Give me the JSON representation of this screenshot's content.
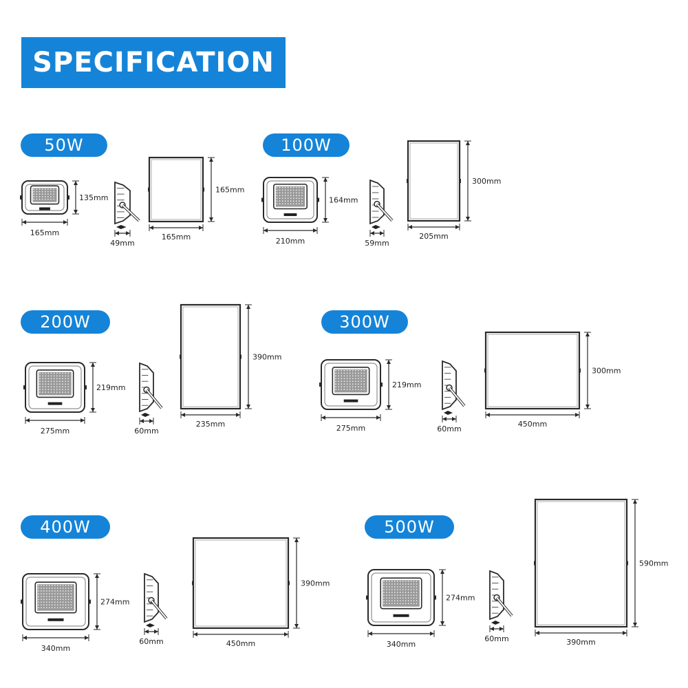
{
  "header": {
    "title": "SPECIFICATION"
  },
  "colors": {
    "accent": "#1584d8",
    "line": "#2a2a2a"
  },
  "products": [
    {
      "watt": "50W",
      "front_width": "165mm",
      "front_height": "135mm",
      "side_depth": "49mm",
      "back_width": "165mm",
      "back_height": "165mm"
    },
    {
      "watt": "100W",
      "front_width": "210mm",
      "front_height": "164mm",
      "side_depth": "59mm",
      "back_width": "205mm",
      "back_height": "300mm"
    },
    {
      "watt": "200W",
      "front_width": "275mm",
      "front_height": "219mm",
      "side_depth": "60mm",
      "back_width": "235mm",
      "back_height": "390mm"
    },
    {
      "watt": "300W",
      "front_width": "275mm",
      "front_height": "219mm",
      "side_depth": "60mm",
      "back_width": "450mm",
      "back_height": "300mm"
    },
    {
      "watt": "400W",
      "front_width": "340mm",
      "front_height": "274mm",
      "side_depth": "60mm",
      "back_width": "450mm",
      "back_height": "390mm"
    },
    {
      "watt": "500W",
      "front_width": "340mm",
      "front_height": "274mm",
      "side_depth": "60mm",
      "back_width": "390mm",
      "back_height": "590mm"
    }
  ]
}
